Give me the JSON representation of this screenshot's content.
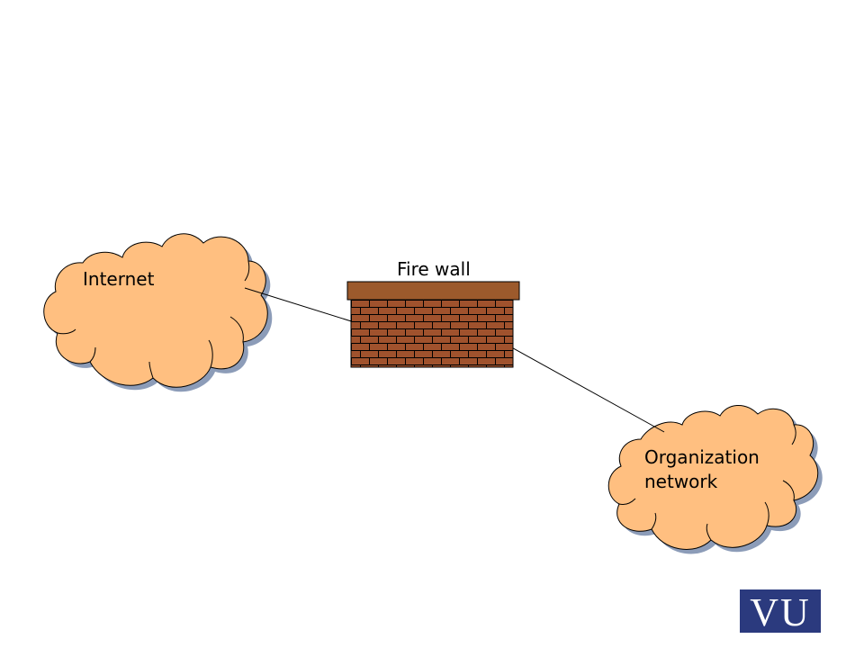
{
  "diagram": {
    "internet": {
      "label": "Internet"
    },
    "firewall": {
      "label": "Fire wall"
    },
    "organization": {
      "label": "Organization\nnetwork"
    },
    "logo": {
      "text": "VU"
    }
  },
  "colors": {
    "cloud_fill": "#FFBF80",
    "cloud_outline": "#000000",
    "cloud_shadow": "#8C9CB8",
    "brick": "#A0522D",
    "wall_cap": "#9C5A2C",
    "mortar": "#000000",
    "logo_bg": "#2B3A7E",
    "logo_fg": "#FFFFFF"
  }
}
